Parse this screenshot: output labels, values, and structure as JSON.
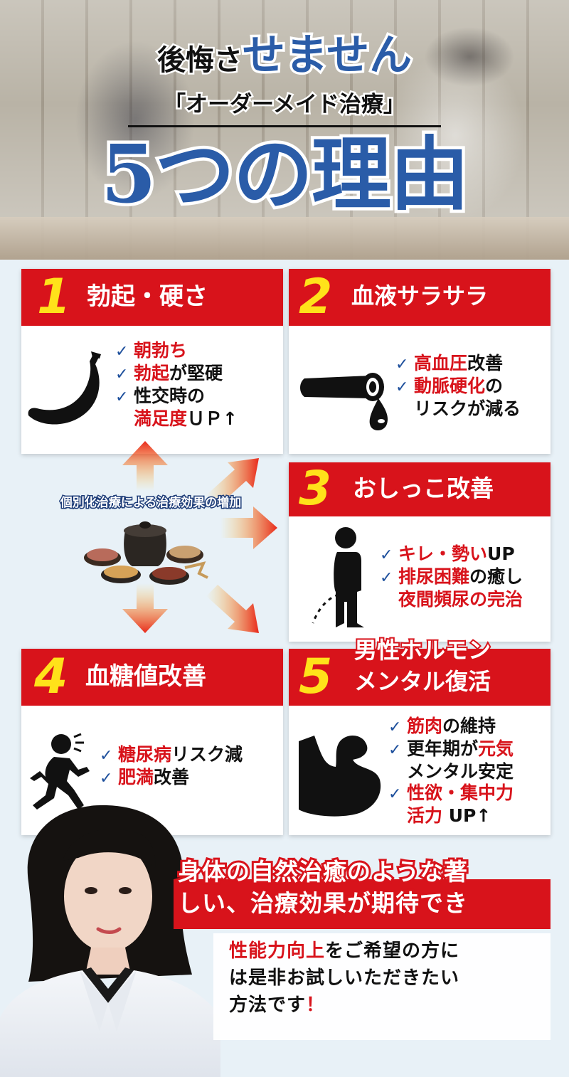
{
  "header": {
    "line1_a": "後悔さ",
    "line1_b": "せません",
    "line2": "「オーダーメイド治療」",
    "line3": "5つの理由"
  },
  "cards": [
    {
      "number": "1",
      "title": "勃起・硬さ",
      "icon": "banana-icon",
      "items": [
        {
          "check": true,
          "parts": [
            {
              "text": "朝勃ち",
              "red": true
            }
          ]
        },
        {
          "check": true,
          "parts": [
            {
              "text": "勃起",
              "red": true
            },
            {
              "text": "が堅硬",
              "red": false
            }
          ]
        },
        {
          "check": true,
          "parts": [
            {
              "text": "性交時の",
              "red": false
            }
          ]
        },
        {
          "check": false,
          "parts": [
            {
              "text": "満足度",
              "red": true
            },
            {
              "text": "ＵＰ↑",
              "red": false
            }
          ]
        }
      ]
    },
    {
      "number": "2",
      "title": "血液サラサラ",
      "icon": "pipe-drop-icon",
      "items": [
        {
          "check": true,
          "parts": [
            {
              "text": "高血圧",
              "red": true
            },
            {
              "text": "改善",
              "red": false
            }
          ]
        },
        {
          "check": true,
          "parts": [
            {
              "text": "動脈硬化",
              "red": true
            },
            {
              "text": "の",
              "red": false
            }
          ]
        },
        {
          "check": false,
          "parts": [
            {
              "text": "リスクが減る",
              "red": false
            }
          ]
        }
      ]
    },
    {
      "number": "3",
      "title": "おしっこ改善",
      "icon": "urinating-man-icon",
      "items": [
        {
          "check": true,
          "parts": [
            {
              "text": "キレ・勢い",
              "red": true
            },
            {
              "text": "UP",
              "red": false
            }
          ]
        },
        {
          "check": true,
          "parts": [
            {
              "text": "排尿困難",
              "red": true
            },
            {
              "text": "の癒し",
              "red": false
            }
          ]
        },
        {
          "check": false,
          "parts": [
            {
              "text": "夜間頻尿の完治",
              "red": true
            }
          ]
        }
      ]
    },
    {
      "number": "4",
      "title": "血糖値改善",
      "icon": "running-man-icon",
      "items": [
        {
          "check": true,
          "parts": [
            {
              "text": "糖尿病",
              "red": true
            },
            {
              "text": "リスク減",
              "red": false
            }
          ]
        },
        {
          "check": true,
          "parts": [
            {
              "text": "肥満",
              "red": true
            },
            {
              "text": "改善",
              "red": false
            }
          ]
        }
      ]
    },
    {
      "number": "5",
      "title_line1": "男性ホルモン",
      "title_line2": "メンタル復活",
      "icon": "flexed-arm-icon",
      "items": [
        {
          "check": true,
          "parts": [
            {
              "text": "筋肉",
              "red": true
            },
            {
              "text": "の維持",
              "red": false
            }
          ]
        },
        {
          "check": true,
          "parts": [
            {
              "text": "更年期が",
              "red": false
            },
            {
              "text": "元気",
              "red": true
            }
          ]
        },
        {
          "check": false,
          "parts": [
            {
              "text": "メンタル安定",
              "red": false
            }
          ]
        },
        {
          "check": true,
          "parts": [
            {
              "text": "性欲・集中力",
              "red": true
            }
          ]
        },
        {
          "check": false,
          "parts": [
            {
              "text": "活力",
              "red": true
            },
            {
              "text": " UP↑",
              "red": false
            }
          ]
        }
      ]
    }
  ],
  "center": {
    "label": "個別化治療による治療効果の増加",
    "icon": "herbal-medicine-pot-icon"
  },
  "bottom": {
    "banner_line1": "身体の自然治癒のような著",
    "banner_line2": "しい、治療効果が期待でき",
    "msg_line1_red": "性能力向上",
    "msg_line1_rest": "をご希望の方に",
    "msg_line2": "は是非お試しいただきたい",
    "msg_line3": "方法です",
    "msg_mark": "！"
  },
  "colors": {
    "brand_blue": "#2a5ca8",
    "accent_red": "#d8131b",
    "number_yellow": "#ffe21a",
    "check_blue": "#1d4f9c"
  }
}
